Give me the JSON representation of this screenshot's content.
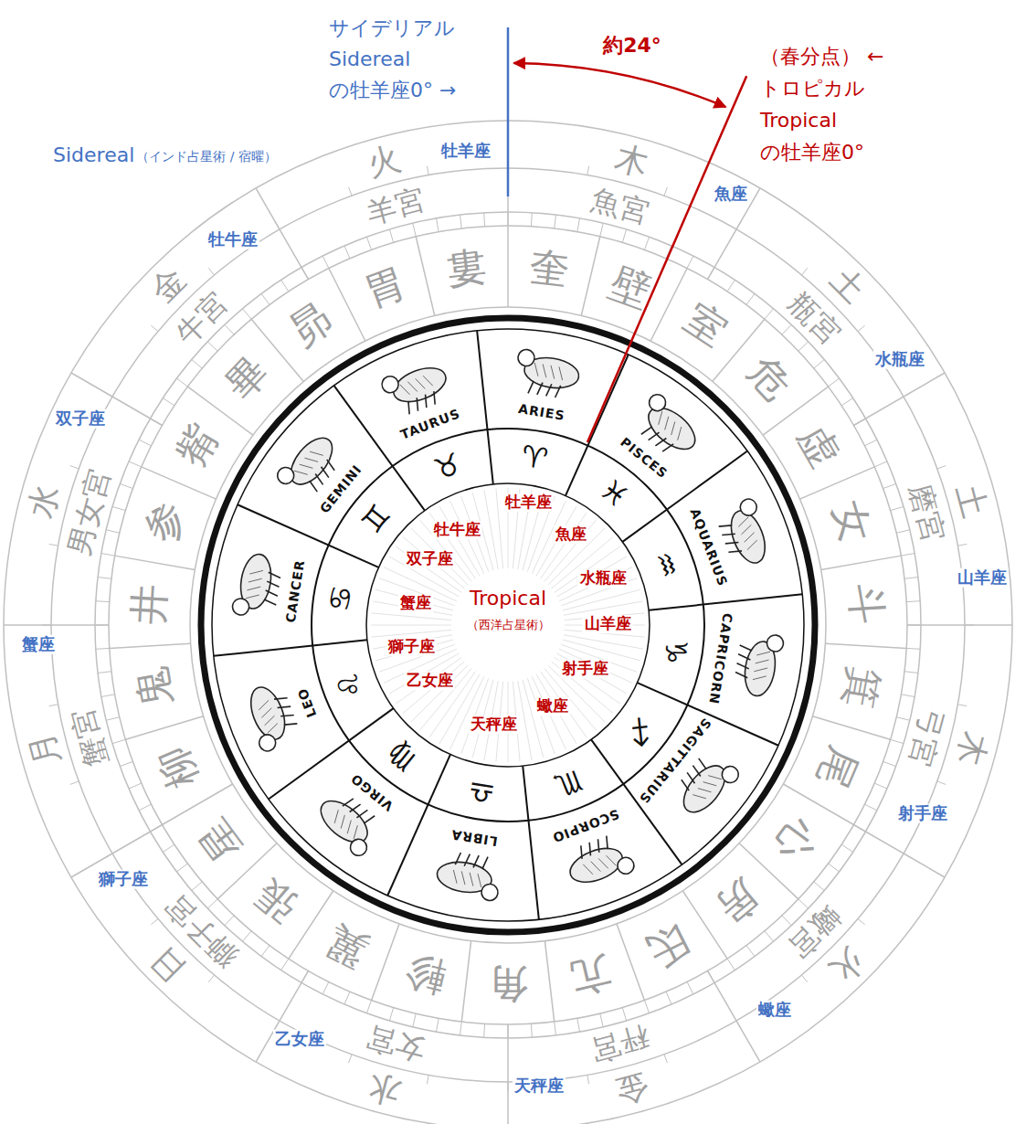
{
  "diagram": {
    "labels": [
      "サイデリアル Sidereal の牡羊座0° →",
      "約24°",
      "（春分点） ←トロピカル Tropical の牡羊座0°",
      "Sidereal",
      "（インド占星術 / 宿曜）",
      "牡羊座",
      "魚座",
      "水瓶座",
      "山羊座",
      "射手座",
      "蠍座",
      "天秤座",
      "乙女座",
      "獅子座",
      "蟹座",
      "双子座",
      "牡牛座",
      "火",
      "羊宮",
      "金",
      "牛宮",
      "水",
      "男女宮",
      "月",
      "蟹宮",
      "日",
      "獅子宮",
      "水",
      "女宮",
      "金",
      "秤宮",
      "火",
      "蠍宮",
      "木",
      "弓宮",
      "土",
      "磨宮",
      "土",
      "瓶宮",
      "木",
      "魚宮",
      "婁",
      "胃",
      "昴",
      "畢",
      "觜",
      "参",
      "井",
      "鬼",
      "柳",
      "星",
      "張",
      "翼",
      "軫",
      "角",
      "亢",
      "氐",
      "房",
      "心",
      "尾",
      "箕",
      "斗",
      "女",
      "虚",
      "危",
      "室",
      "壁",
      "奎",
      "ARIES",
      "♈",
      "牡羊座",
      "TAURUS",
      "♉",
      "牡牛座",
      "GEMINI",
      "♊",
      "双子座",
      "CANCER",
      "♋",
      "蟹座",
      "LEO",
      "♌",
      "獅子座",
      "VIRGO",
      "♍",
      "乙女座",
      "LIBRA",
      "♎",
      "天秤座",
      "SCORPIO",
      "♏",
      "蠍座",
      "SAGITTARIUS",
      "♐",
      "射手座",
      "CAPRICORN",
      "♑",
      "山羊座",
      "AQUARIUS",
      "♒",
      "水瓶座",
      "PISCES",
      "♓",
      "魚座",
      "Tropical",
      "（西洋占星術）"
    ]
  }
}
